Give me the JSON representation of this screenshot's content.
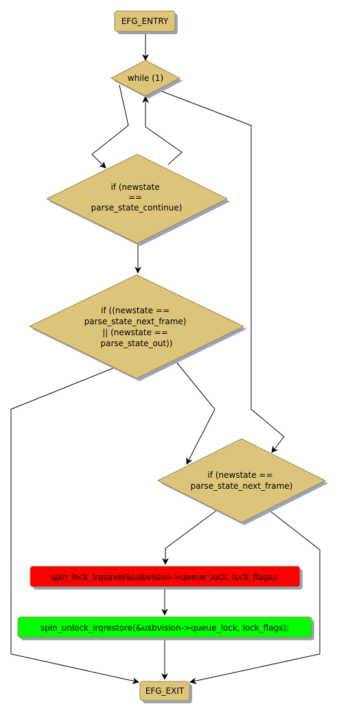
{
  "colors": {
    "node_fill": "#dcc57a",
    "node_stroke": "#a0874a",
    "shadow": "#9aa3b7",
    "red_fill": "#ff0000",
    "green_fill": "#00ff00",
    "edge": "#000000"
  },
  "nodes": {
    "entry": "EFG_ENTRY",
    "while": "while (1)",
    "cond1": [
      "if (newstate",
      "==",
      "parse_state_continue)"
    ],
    "cond2": [
      "if ((newstate ==",
      "parse_state_next_frame)",
      "|| (newstate ==",
      "parse_state_out))"
    ],
    "cond3": [
      "if (newstate ==",
      "parse_state_next_frame)"
    ],
    "lock": "spin_lock_irqsave(&usbvision->queue_lock, lock_flags);",
    "unlock": "spin_unlock_irqrestore(&usbvision->queue_lock, lock_flags);",
    "exit": "EFG_EXIT"
  }
}
